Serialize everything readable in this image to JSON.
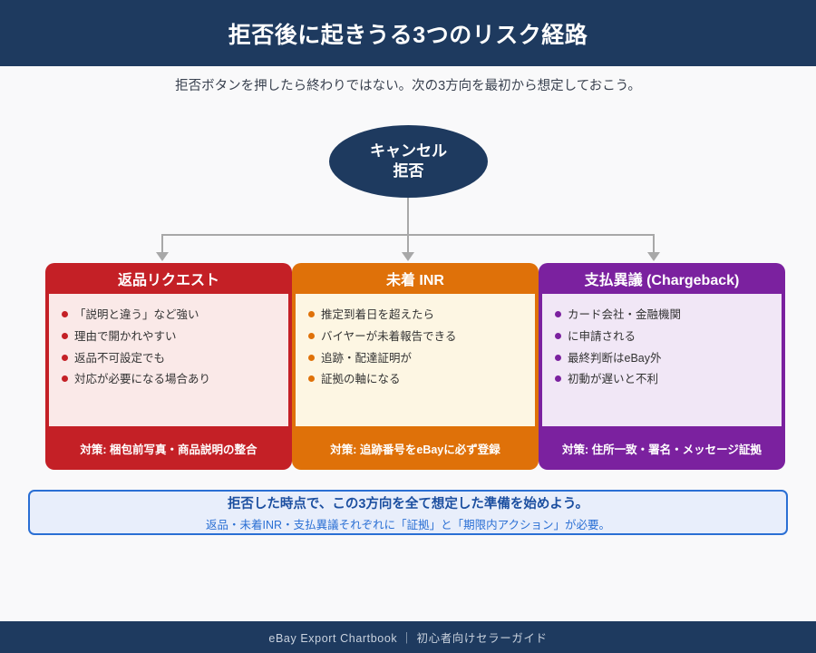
{
  "header": {
    "title": "拒否後に起きうる3つのリスク経路",
    "bg_color": "#1e3a5f"
  },
  "subtitle": "拒否ボタンを押したら終わりではない。次の3方向を最初から想定しておこう。",
  "root_node": {
    "line1": "キャンセル",
    "line2": "拒否",
    "color": "#1e3a5f"
  },
  "cards": [
    {
      "title": "返品リクエスト",
      "color": "#c42026",
      "body_color": "#fae9e8",
      "items": [
        "「説明と違う」など強い",
        "理由で開かれやすい",
        "返品不可設定でも",
        "対応が必要になる場合あり"
      ],
      "footer": "対策: 梱包前写真・商品説明の整合"
    },
    {
      "title": "未着 INR",
      "color": "#df7109",
      "body_color": "#fdf6e3",
      "items": [
        "推定到着日を超えたら",
        "バイヤーが未着報告できる",
        "追跡・配達証明が",
        "証拠の軸になる"
      ],
      "footer": "対策: 追跡番号をeBayに必ず登録"
    },
    {
      "title": "支払異議 (Chargeback)",
      "color": "#7b219f",
      "body_color": "#f1e7f6",
      "items": [
        "カード会社・金融機関",
        "に申請される",
        "最終判断はeBay外",
        "初動が遅いと不利"
      ],
      "footer": "対策: 住所一致・署名・メッセージ証拠"
    }
  ],
  "callout": {
    "main": "拒否した時点で、この3方向を全て想定した準備を始めよう。",
    "sub": "返品・未着INR・支払異議それぞれに「証拠」と「期限内アクション」が必要。",
    "border_color": "#2a6fd4",
    "bg_color": "#e8eefb"
  },
  "footer": {
    "text": "eBay Export Chartbook ｜ 初心者向けセラーガイド"
  }
}
